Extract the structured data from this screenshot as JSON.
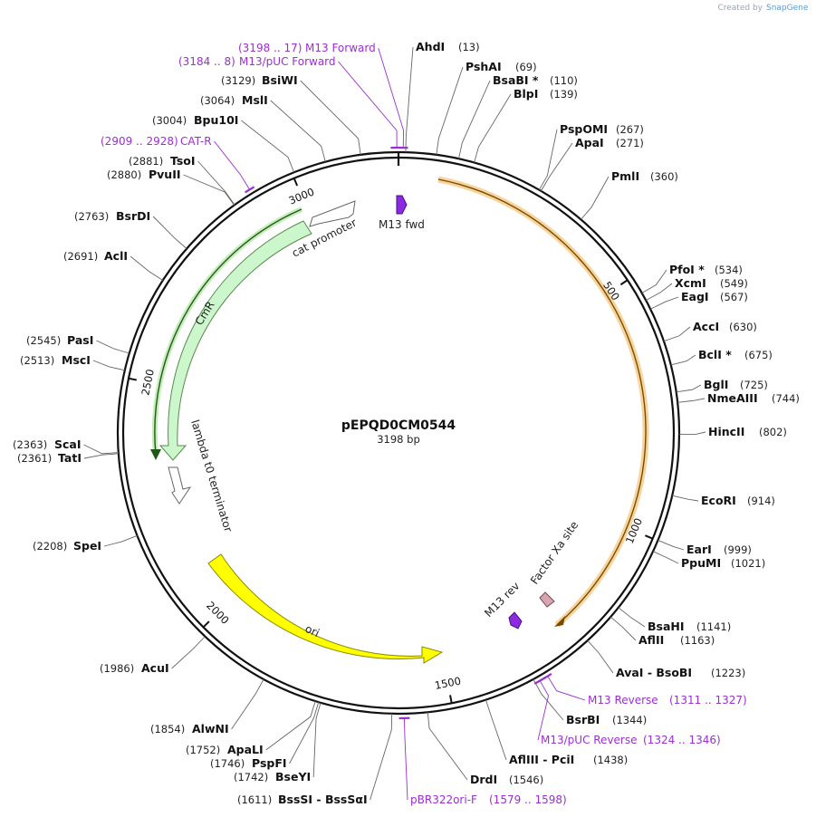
{
  "credit": {
    "created_by": "Created by",
    "brand": "SnapGene"
  },
  "plasmid": {
    "name": "pEPQD0CM0544",
    "length_text": "3198 bp",
    "length": 3198
  },
  "ticks": [
    {
      "bp": 500,
      "label": "500"
    },
    {
      "bp": 1000,
      "label": "1000"
    },
    {
      "bp": 1500,
      "label": "1500"
    },
    {
      "bp": 2000,
      "label": "2000"
    },
    {
      "bp": 2500,
      "label": "2500"
    },
    {
      "bp": 3000,
      "label": "3000"
    }
  ],
  "enzymes": [
    {
      "name": "AhdI",
      "pos": "(13)",
      "bp": 13
    },
    {
      "name": "PshAI",
      "pos": "(69)",
      "bp": 69
    },
    {
      "name": "BsaBI *",
      "pos": "(110)",
      "bp": 110
    },
    {
      "name": "BlpI",
      "pos": "(139)",
      "bp": 139
    },
    {
      "name": "PspOMI",
      "pos": "(267)",
      "bp": 267
    },
    {
      "name": "ApaI",
      "pos": "(271)",
      "bp": 271
    },
    {
      "name": "PmlI",
      "pos": "(360)",
      "bp": 360
    },
    {
      "name": "PfoI *",
      "pos": "(534)",
      "bp": 534
    },
    {
      "name": "XcmI",
      "pos": "(549)",
      "bp": 549
    },
    {
      "name": "EagI",
      "pos": "(567)",
      "bp": 567
    },
    {
      "name": "AccI",
      "pos": "(630)",
      "bp": 630
    },
    {
      "name": "BclI *",
      "pos": "(675)",
      "bp": 675
    },
    {
      "name": "BglI",
      "pos": "(725)",
      "bp": 725
    },
    {
      "name": "NmeAIII",
      "pos": "(744)",
      "bp": 744
    },
    {
      "name": "HincII",
      "pos": "(802)",
      "bp": 802
    },
    {
      "name": "EcoRI",
      "pos": "(914)",
      "bp": 914
    },
    {
      "name": "EarI",
      "pos": "(999)",
      "bp": 999
    },
    {
      "name": "PpuMI",
      "pos": "(1021)",
      "bp": 1021
    },
    {
      "name": "BsaHI",
      "pos": "(1141)",
      "bp": 1141
    },
    {
      "name": "AflII",
      "pos": "(1163)",
      "bp": 1163
    },
    {
      "name": "AvaI  -  BsoBI",
      "pos": "(1223)",
      "bp": 1223
    },
    {
      "name": "BsrBI",
      "pos": "(1344)",
      "bp": 1344
    },
    {
      "name": "AflIII  -  PciI",
      "pos": "(1438)",
      "bp": 1438
    },
    {
      "name": "DrdI",
      "pos": "(1546)",
      "bp": 1546
    },
    {
      "name": "BssSI  -  BssSαI",
      "pos": "(1611)",
      "bp": 1611
    },
    {
      "name": "BseYI",
      "pos": "(1742)",
      "bp": 1742
    },
    {
      "name": "PspFI",
      "pos": "(1746)",
      "bp": 1746
    },
    {
      "name": "ApaLI",
      "pos": "(1752)",
      "bp": 1752
    },
    {
      "name": "AlwNI",
      "pos": "(1854)",
      "bp": 1854
    },
    {
      "name": "AcuI",
      "pos": "(1986)",
      "bp": 1986
    },
    {
      "name": "SpeI",
      "pos": "(2208)",
      "bp": 2208
    },
    {
      "name": "TatI",
      "pos": "(2361)",
      "bp": 2361
    },
    {
      "name": "ScaI",
      "pos": "(2363)",
      "bp": 2363
    },
    {
      "name": "MscI",
      "pos": "(2513)",
      "bp": 2513
    },
    {
      "name": "PasI",
      "pos": "(2545)",
      "bp": 2545
    },
    {
      "name": "AclI",
      "pos": "(2691)",
      "bp": 2691
    },
    {
      "name": "BsrDI",
      "pos": "(2763)",
      "bp": 2763
    },
    {
      "name": "PvuII",
      "pos": "(2880)",
      "bp": 2880
    },
    {
      "name": "TsoI",
      "pos": "(2881)",
      "bp": 2881
    },
    {
      "name": "Bpu10I",
      "pos": "(3004)",
      "bp": 3004
    },
    {
      "name": "MslI",
      "pos": "(3064)",
      "bp": 3064
    },
    {
      "name": "BsiWI",
      "pos": "(3129)",
      "bp": 3129
    }
  ],
  "primers": [
    {
      "name": "M13 Forward",
      "range": "(3198 .. 17)",
      "start": 3198,
      "end": 17
    },
    {
      "name": "M13/pUC Forward",
      "range": "(3184 .. 8)",
      "start": 3184,
      "end": 8
    },
    {
      "name": "CAT-R",
      "range": "(2909 .. 2928)",
      "start": 2909,
      "end": 2928
    },
    {
      "name": "M13 Reverse",
      "range": "(1311 .. 1327)",
      "start": 1311,
      "end": 1327
    },
    {
      "name": "M13/pUC Reverse",
      "range": "(1324 .. 1346)",
      "start": 1324,
      "end": 1346
    },
    {
      "name": "pBR322ori-F",
      "range": "(1579 .. 1598)",
      "start": 1579,
      "end": 1598
    }
  ],
  "features": [
    {
      "name": "M13 fwd",
      "color": "#8a2be2"
    },
    {
      "name": "cat promoter",
      "color": "#ffffff"
    },
    {
      "name": "CmR",
      "color": "#ccf7cc"
    },
    {
      "name": "lambda t0 terminator",
      "color": "#ffffff"
    },
    {
      "name": "ori",
      "color": "#ffff00"
    },
    {
      "name": "M13 rev",
      "color": "#8a2be2"
    },
    {
      "name": "Factor Xa site",
      "color": "#d7a5ad"
    }
  ],
  "colors": {
    "backbone": "#111111",
    "primer": "#9b2fd0",
    "orange_orf": "#f2b356",
    "green_orf": "#8ad07a"
  }
}
